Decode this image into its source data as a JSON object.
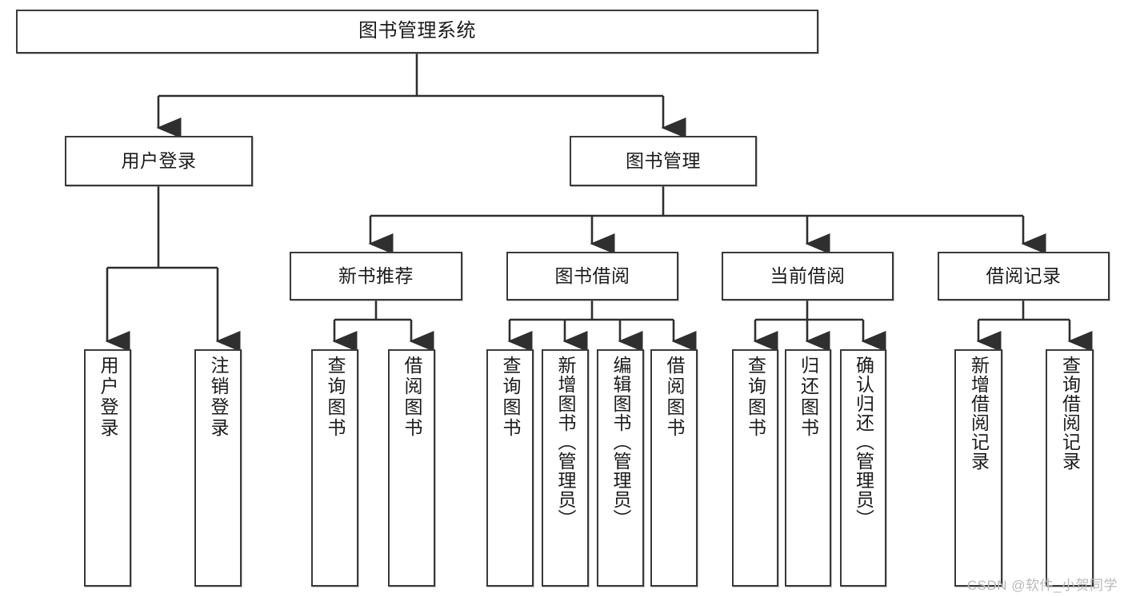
{
  "diagram": {
    "title": "图书管理系统",
    "type": "tree",
    "style": {
      "background": "#ffffff",
      "box_border": "#3a3a3a",
      "box_fill": "#ffffff",
      "text": "#1b1b1b",
      "connector": "#2f2f2f",
      "watermark": "#b9b9b9"
    }
  },
  "watermark": {
    "text": "CSDN @软件_小贺同学"
  },
  "nodes": {
    "root": {
      "label": "图书管理系统"
    },
    "level2": [
      {
        "id": "user-login",
        "label": "用户登录"
      },
      {
        "id": "book-manage",
        "label": "图书管理"
      }
    ],
    "level3": [
      {
        "id": "new-book-recommend",
        "label": "新书推荐"
      },
      {
        "id": "book-borrow",
        "label": "图书借阅"
      },
      {
        "id": "current-borrow",
        "label": "当前借阅"
      },
      {
        "id": "borrow-record",
        "label": "借阅记录"
      }
    ],
    "leaves": {
      "user_login": [
        {
          "id": "leaf-user-login",
          "label": "用户登录"
        },
        {
          "id": "leaf-logout-login",
          "label": "注销登录"
        }
      ],
      "new_book_recommend": [
        {
          "id": "leaf-query-book-1",
          "label": "查询图书"
        },
        {
          "id": "leaf-borrow-book-1",
          "label": "借阅图书"
        }
      ],
      "book_borrow": [
        {
          "id": "leaf-query-book-2",
          "label": "查询图书"
        },
        {
          "id": "leaf-add-book",
          "label": "新增图书（管理员）"
        },
        {
          "id": "leaf-edit-book",
          "label": "编辑图书（管理员）"
        },
        {
          "id": "leaf-borrow-book-2",
          "label": "借阅图书"
        }
      ],
      "current_borrow": [
        {
          "id": "leaf-query-book-3",
          "label": "查询图书"
        },
        {
          "id": "leaf-return-book",
          "label": "归还图书"
        },
        {
          "id": "leaf-confirm-return",
          "label": "确认归还（管理员）"
        }
      ],
      "borrow_record": [
        {
          "id": "leaf-add-record",
          "label": "新增借阅记录"
        },
        {
          "id": "leaf-query-record",
          "label": "查询借阅记录"
        }
      ]
    }
  }
}
